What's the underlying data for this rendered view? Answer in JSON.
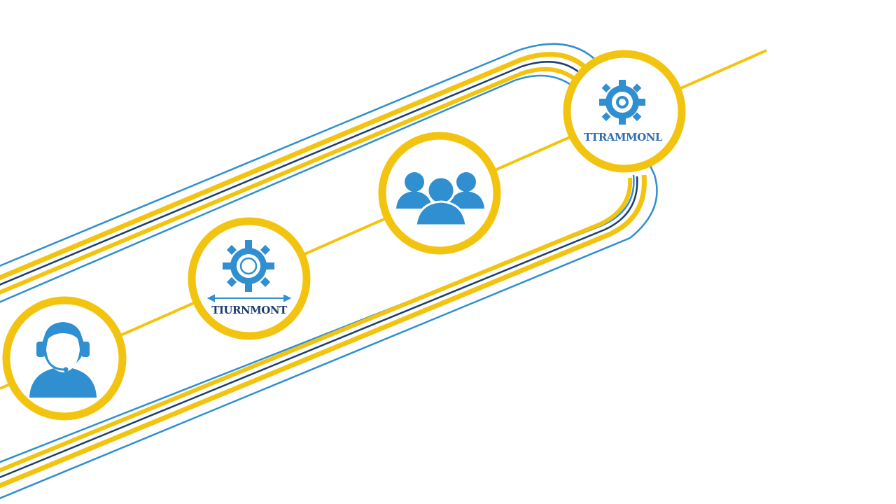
{
  "diagram": {
    "colors": {
      "yellow": "#f2c40f",
      "blue": "#2f8fd0",
      "dark_blue": "#1b3f6b",
      "background": "#ffffff"
    },
    "nodes": [
      {
        "id": "support",
        "icon": "headset-agent-icon",
        "label": ""
      },
      {
        "id": "gear-arrows",
        "icon": "gear-arrows-icon",
        "label": "TIURNMONT"
      },
      {
        "id": "team",
        "icon": "team-group-icon",
        "label": ""
      },
      {
        "id": "gear",
        "icon": "gear-icon",
        "label": "TTRAMMONL"
      }
    ]
  }
}
